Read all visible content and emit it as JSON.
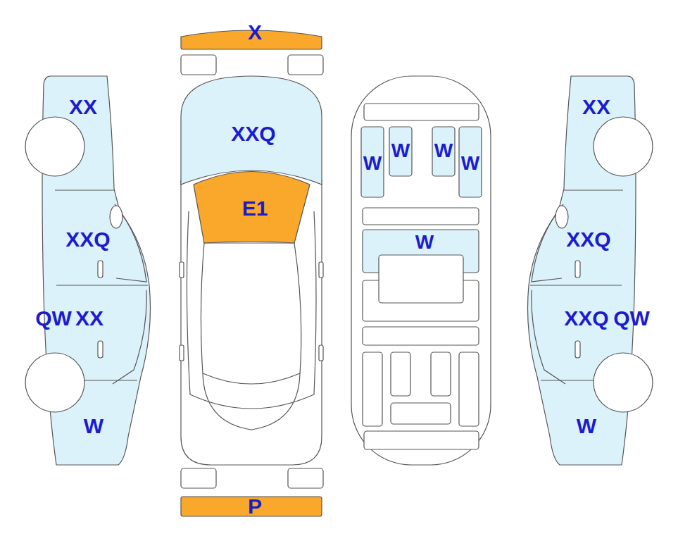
{
  "diagram": {
    "nodes": [
      {
        "text": [
          "X"
        ]
      },
      {
        "text": [
          "XX",
          "XXQ",
          "QW",
          "XX",
          "W"
        ]
      },
      {
        "text": [
          "XXQ"
        ]
      },
      {
        "text": [
          "E1"
        ]
      },
      {
        "text": [
          "W"
        ]
      },
      {
        "text": [
          "W"
        ]
      },
      {
        "text": [
          "W"
        ]
      },
      {
        "text": [
          "W"
        ]
      },
      {
        "text": [
          "W"
        ]
      },
      {
        "text": [
          "XX",
          "XXQ",
          "XXQ",
          "QW",
          "W"
        ]
      },
      {
        "text": [
          "P"
        ]
      }
    ]
  }
}
